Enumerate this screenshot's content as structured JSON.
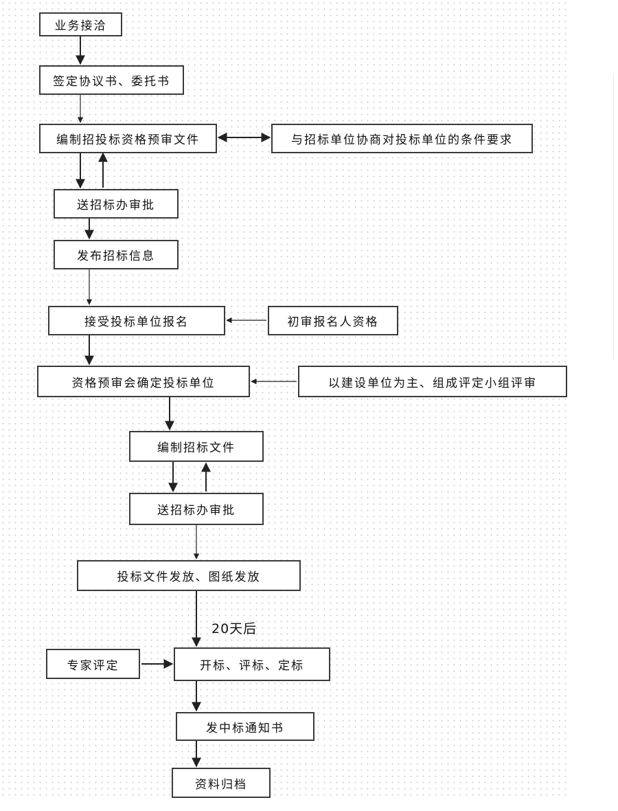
{
  "nodes": {
    "business_negotiation": "业务接洽",
    "sign_agreement": "签定协议书、委托书",
    "prepare_prequal_docs": "编制招投标资格预审文件",
    "negotiate_conditions": "与招标单位协商对投标单位的条件要求",
    "submit_approval_1": "送招标办审批",
    "publish_info": "发布招标信息",
    "accept_registration": "接受投标单位报名",
    "preliminary_review": "初审报名人资格",
    "prequal_meeting": "资格预审会确定投标单位",
    "review_panel": "以建设单位为主、组成评定小组评审",
    "prepare_tender_docs": "编制招标文件",
    "submit_approval_2": "送招标办审批",
    "distribute_docs": "投标文件发放、图纸发放",
    "expert_evaluation": "专家评定",
    "open_evaluate_award": "开标、评标、定标",
    "issue_award_notice": "发中标通知书",
    "archive": "资料归档"
  },
  "labels": {
    "after_20_days": "20天后"
  }
}
